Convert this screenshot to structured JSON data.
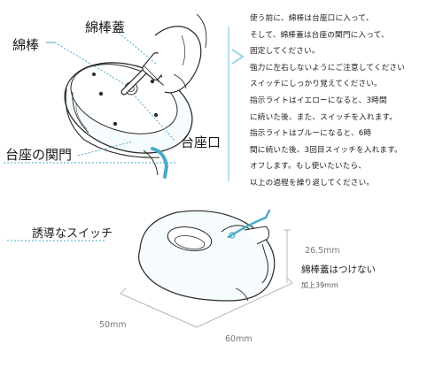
{
  "diagram_top": {
    "label_cotton_swab": "綿棒",
    "label_swab_cap": "綿棒蓋",
    "label_base_port": "台座口",
    "label_base_valve": "台座の関門"
  },
  "instructions": [
    "使う前に、綿棒は台座口に入って、",
    "そして、綿棒蓋は台座の関門に入って、",
    "固定してください。",
    "強力に左右しないようにご注意してください",
    "スイッチにしっかり覚えてください。",
    "指示ライトはイエローになると、3時間",
    "に続いた後、また、スイッチを入れます。",
    "指示ライトはブルーになると、6時",
    "間に続いた後、3回目スイッチを入れます。",
    "オフします。もし使いたいたら、",
    "以上の過程を繰り返してください。"
  ],
  "diagram_bottom": {
    "label_switch": "誘導なスイッチ",
    "dim_height": "26.5mm",
    "note_no_cap": "綿棒蓋はつけない",
    "note_plus": "加上39mm",
    "dim_depth": "50mm",
    "dim_width": "60mm"
  },
  "colors": {
    "accent": "#4aa8c9",
    "line": "#2a2a2a",
    "light_line": "#b8b8b8",
    "arrow": "#9fd3e6"
  }
}
